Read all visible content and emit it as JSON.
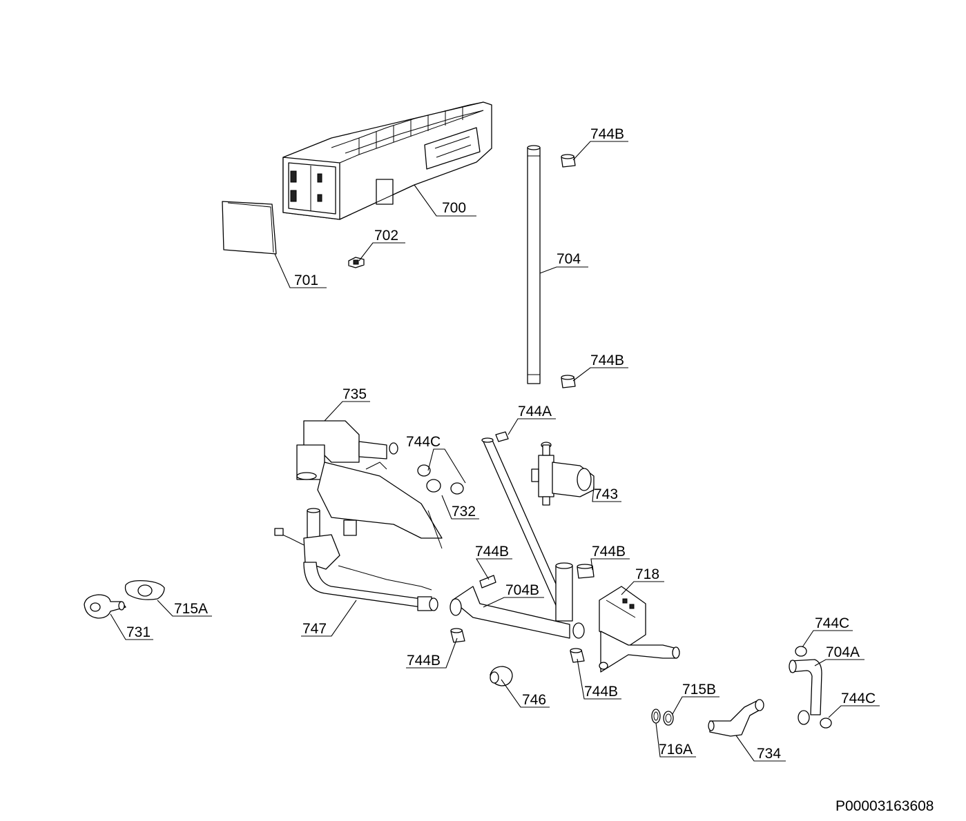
{
  "doc_id": "P00003163608",
  "labels": {
    "l700": "700",
    "l701": "701",
    "l702": "702",
    "l704": "704",
    "l744b_top": "744B",
    "l744b_mid": "744B",
    "l735": "735",
    "l744a": "744A",
    "l744c_left": "744C",
    "l743": "743",
    "l732": "732",
    "l744b_a": "744B",
    "l744b_b": "744B",
    "l718": "718",
    "l704b": "704B",
    "l715a": "715A",
    "l731": "731",
    "l747": "747",
    "l744b_c": "744B",
    "l744b_d": "744B",
    "l746": "746",
    "l744c_right_top": "744C",
    "l704a": "704A",
    "l715b": "715B",
    "l744c_right_bot": "744C",
    "l716a": "716A",
    "l734": "734"
  }
}
